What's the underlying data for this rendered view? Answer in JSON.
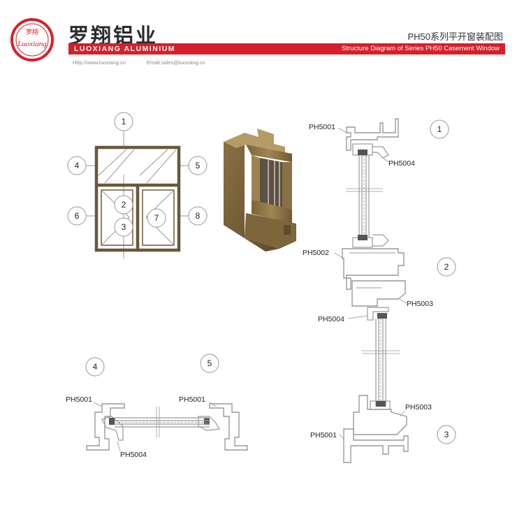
{
  "header": {
    "brand_cn": "罗翔铝业",
    "brand_en": "LUOXIANG ALUMINIUM",
    "logo_text_cn": "罗翔",
    "logo_text_en": "Luoxiang",
    "title_cn": "PH50系列平开窗装配图",
    "title_en": "Structure Diagram of Series PH50 Casement Window",
    "website": "Http://www.luoxiang.cn",
    "email": "Email:sales@luoxiang.cn"
  },
  "colors": {
    "accent_red": "#d61f2a",
    "frame_bronze": "#6b5839",
    "profile_bronze": "#8f7548",
    "line": "#999999"
  },
  "elevation": {
    "callouts": [
      "1",
      "2",
      "3",
      "4",
      "5",
      "6",
      "7",
      "8"
    ]
  },
  "sections": {
    "section_numbers": [
      "1",
      "2",
      "3",
      "4",
      "5"
    ],
    "labels": {
      "s1_top": "PH5001",
      "s1_sash": "PH5004",
      "s2_mullion": "PH5002",
      "s2_sash_top": "PH5003",
      "s2_bead": "PH5004",
      "s3_sash": "PH5003",
      "s3_frame": "PH5001",
      "s4_frame": "PH5001",
      "s4_sash": "PH5004",
      "s5_frame": "PH5001"
    }
  }
}
